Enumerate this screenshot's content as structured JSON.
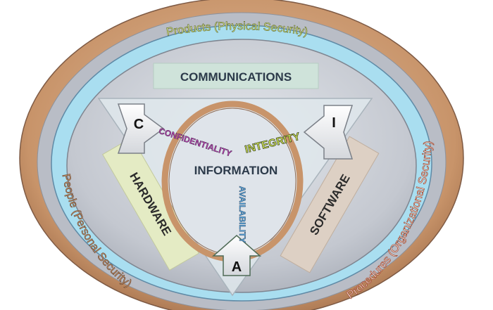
{
  "rings": {
    "outer": "People (Personal Security)",
    "products": "Products (Physical Security)",
    "procedures": "Procedures (Organizational Security)"
  },
  "components": {
    "communications": "COMMUNICATIONS",
    "hardware": "HARDWARE",
    "software": "SOFTWARE"
  },
  "center": {
    "title": "INFORMATION",
    "confidentiality": "CONFIDENTIALITY",
    "integrity": "INTEGRITY",
    "availability": "AVAILABILITY"
  },
  "arrows": {
    "c": "C",
    "i": "I",
    "a": "A"
  },
  "colors": {
    "outer_ring": "#c8946a",
    "blue_ring": "#a9def0",
    "inner_disc": "#c9ccd3",
    "triangle": "#dfe7ec",
    "communications_box": "#cfe3da",
    "hardware_box": "#e4ebc4",
    "software_box": "#ddd0c4",
    "products_text": "#e7f19a",
    "people_text": "#c8946a",
    "procedures_text": "#ffffff"
  }
}
